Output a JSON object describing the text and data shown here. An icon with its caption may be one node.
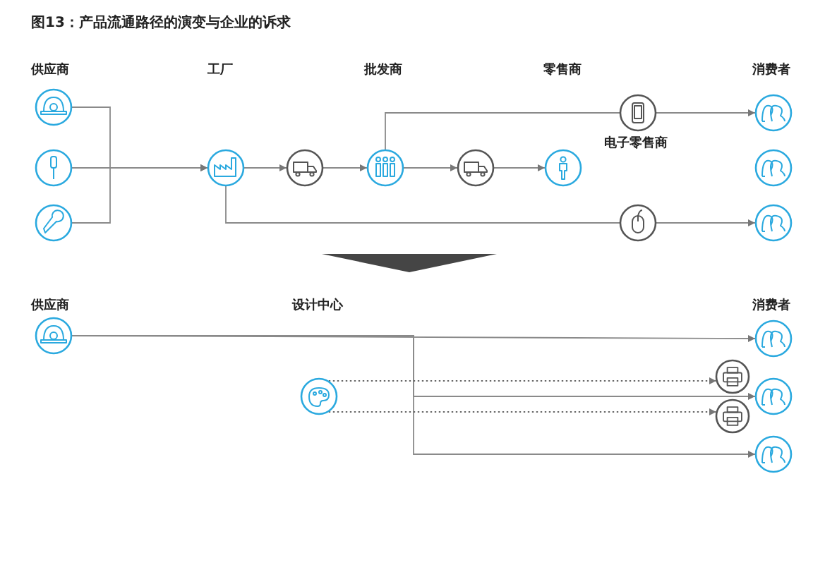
{
  "diagram": {
    "title": "图13：产品流通路径的演变与企业的诉求",
    "nodes": [
      {
        "text": [],
        "shape": "circle"
      },
      {
        "text": [],
        "shape": "circle"
      },
      {
        "text": [],
        "shape": "circle"
      },
      {
        "text": [],
        "shape": "circle"
      },
      {
        "text": [],
        "shape": "circle"
      },
      {
        "text": [],
        "shape": "circle"
      },
      {
        "text": [],
        "shape": "circle"
      },
      {
        "text": [],
        "shape": "circle"
      },
      {
        "text": [],
        "shape": "circle",
        "beside": [
          "电子零售商"
        ]
      },
      {
        "text": [],
        "shape": "circle"
      },
      {
        "text": [],
        "shape": "circle"
      },
      {
        "text": [],
        "shape": "circle"
      },
      {
        "text": [],
        "shape": "circle"
      },
      {
        "text": [],
        "shape": "circle"
      },
      {
        "text": [],
        "shape": "circle"
      },
      {
        "text": [],
        "shape": "circle"
      },
      {
        "text": [],
        "shape": "circle"
      },
      {
        "text": [],
        "shape": "circle"
      },
      {
        "text": [],
        "shape": "circle"
      },
      {
        "text": [],
        "shape": "circle"
      }
    ],
    "edges": [
      {
        "from": 0,
        "to": 3,
        "arrow": "to"
      },
      {
        "from": 1,
        "to": 3,
        "arrow": "to"
      },
      {
        "from": 2,
        "to": 3,
        "arrow": "to"
      },
      {
        "from": 3,
        "to": 4,
        "arrow": "to"
      },
      {
        "from": 4,
        "to": 5,
        "arrow": "to"
      },
      {
        "from": 5,
        "to": 6,
        "arrow": "to"
      },
      {
        "from": 6,
        "to": 7,
        "arrow": "to"
      },
      {
        "from": 5,
        "to": 8,
        "arrow": "none"
      },
      {
        "from": 8,
        "to": 10,
        "arrow": "to"
      },
      {
        "from": 3,
        "to": 9,
        "arrow": "none"
      },
      {
        "from": 9,
        "to": 12,
        "arrow": "to"
      },
      {
        "from": 13,
        "to": 17,
        "arrow": "to"
      },
      {
        "from": 13,
        "to": 18,
        "arrow": "to"
      },
      {
        "from": 13,
        "to": 19,
        "arrow": "to"
      },
      {
        "from": 14,
        "to": 15,
        "arrow": "to",
        "style": "dashed"
      },
      {
        "from": 14,
        "to": 16,
        "arrow": "to",
        "style": "dashed"
      }
    ],
    "labels": [
      "供应商",
      "工厂",
      "批发商",
      "零售商",
      "消费者",
      "供应商",
      "设计中心",
      "消费者"
    ]
  }
}
